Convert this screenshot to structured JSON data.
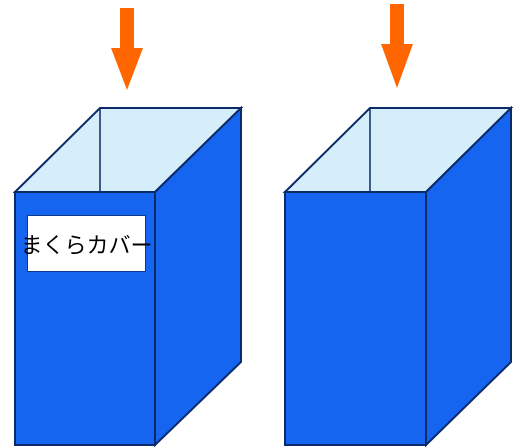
{
  "colors": {
    "box_blue": "#1565f0",
    "box_outline": "#0a2a6a",
    "opening_fill": "#d6eefa",
    "arrow_orange": "#ff6600",
    "background": "#ffffff"
  },
  "boxes": [
    {
      "name": "left-box",
      "label": "まくらカバー",
      "has_label": true,
      "arrow_icon": "down-arrow-icon"
    },
    {
      "name": "right-box",
      "label": "",
      "has_label": false,
      "arrow_icon": "down-arrow-icon"
    }
  ]
}
